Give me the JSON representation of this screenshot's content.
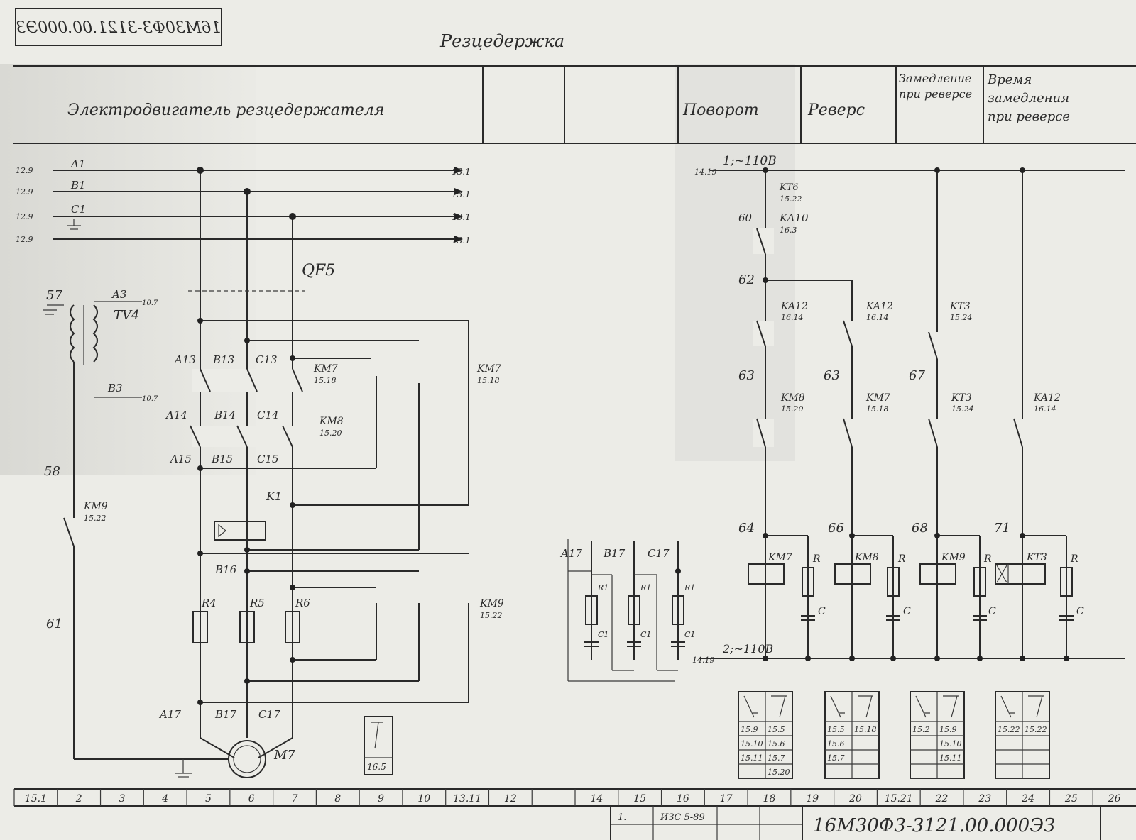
{
  "stamp": "16M30Ф3-3121.00.000ЭЗ",
  "title": "Резцедержка",
  "header": {
    "motor": "Электродвигатель резцедержателя",
    "cols": [
      "Поворот",
      "Реверс",
      "Замедление при реверсе",
      "Время замедления при реверсе"
    ]
  },
  "power": {
    "phases": [
      "A1",
      "B1",
      "C1"
    ],
    "from": [
      "12.9",
      "12.9",
      "12.9",
      "12.9"
    ],
    "to": [
      "13.1",
      "13.1",
      "13.1",
      "13.1"
    ],
    "breaker": "QF5",
    "transformer": "TV4",
    "tr_in": "A3",
    "tr_out": "B3",
    "tr_ref": "10.7",
    "n57": "57",
    "n58": "58",
    "n61": "61",
    "km9_left": "KM9",
    "km9_left_ref": "15.22",
    "pa": [
      "A13",
      "A14",
      "A15",
      "A17"
    ],
    "pb": [
      "B13",
      "B14",
      "B15",
      "B16",
      "B17"
    ],
    "pc": [
      "C13",
      "C14",
      "C15",
      "C17"
    ],
    "km7a": "KM7",
    "km7a_ref": "15.18",
    "km7b": "KM7",
    "km7b_ref": "15.18",
    "km8": "KM8",
    "km8_ref": "15.20",
    "k1": "K1",
    "r4": "R4",
    "r5": "R5",
    "r6": "R6",
    "km9_right": "KM9",
    "km9_right_ref": "15.22",
    "motor": "M7",
    "box_ref": "16.5"
  },
  "control": {
    "top_label": "1;~110B",
    "top_ref": "14.19",
    "bot_label": "2;~110B",
    "bot_ref": "14.19",
    "kt6": "KT6",
    "kt6_ref": "15.22",
    "n60": "60",
    "ka10": "KA10",
    "ka10_ref": "16.3",
    "n62": "62",
    "n63a": "63",
    "n63b": "63",
    "n67": "67",
    "ka12a": "KA12",
    "ka12a_ref": "16.14",
    "ka12b": "KA12",
    "ka12b_ref": "16.14",
    "kt3a": "KT3",
    "kt3a_ref": "15.24",
    "km8c": "KM8",
    "km8c_ref": "15.20",
    "km7c": "KM7",
    "km7c_ref": "15.18",
    "kt3b": "KT3",
    "kt3b_ref": "15.24",
    "ka12c": "KA12",
    "ka12c_ref": "16.14",
    "nodes": [
      "64",
      "66",
      "68",
      "71"
    ],
    "coils": [
      "KM7",
      "KM8",
      "KM9",
      "KT3"
    ],
    "r": "R",
    "c": "C",
    "filter": [
      "A17",
      "B17",
      "C17"
    ],
    "r1": "R1",
    "c1": "C1"
  },
  "tables": [
    {
      "rows": [
        [
          "15.9",
          "15.5"
        ],
        [
          "15.10",
          "15.6"
        ],
        [
          "15.11",
          "15.7"
        ],
        [
          "",
          "15.20"
        ]
      ]
    },
    {
      "rows": [
        [
          "15.5",
          "15.18"
        ],
        [
          "15.6",
          ""
        ],
        [
          "15.7",
          ""
        ],
        [
          "",
          ""
        ]
      ]
    },
    {
      "rows": [
        [
          "15.2",
          "15.9"
        ],
        [
          "",
          "15.10"
        ],
        [
          "",
          "15.11"
        ],
        [
          "",
          ""
        ]
      ]
    },
    {
      "rows": [
        [
          "15.22",
          "15.22"
        ],
        [
          "",
          ""
        ],
        [
          "",
          ""
        ],
        [
          "",
          ""
        ]
      ]
    }
  ],
  "ruler": [
    "15.1",
    "2",
    "3",
    "4",
    "5",
    "6",
    "7",
    "8",
    "9",
    "10",
    "13.11",
    "12",
    "",
    "14",
    "15",
    "16",
    "17",
    "18",
    "19",
    "20",
    "15.21",
    "22",
    "23",
    "24",
    "25",
    "26"
  ],
  "title_block": {
    "rev": "1.",
    "doc": "ИЗС 5-89",
    "code": "16M30Ф3-3121.00.000ЭЗ"
  }
}
